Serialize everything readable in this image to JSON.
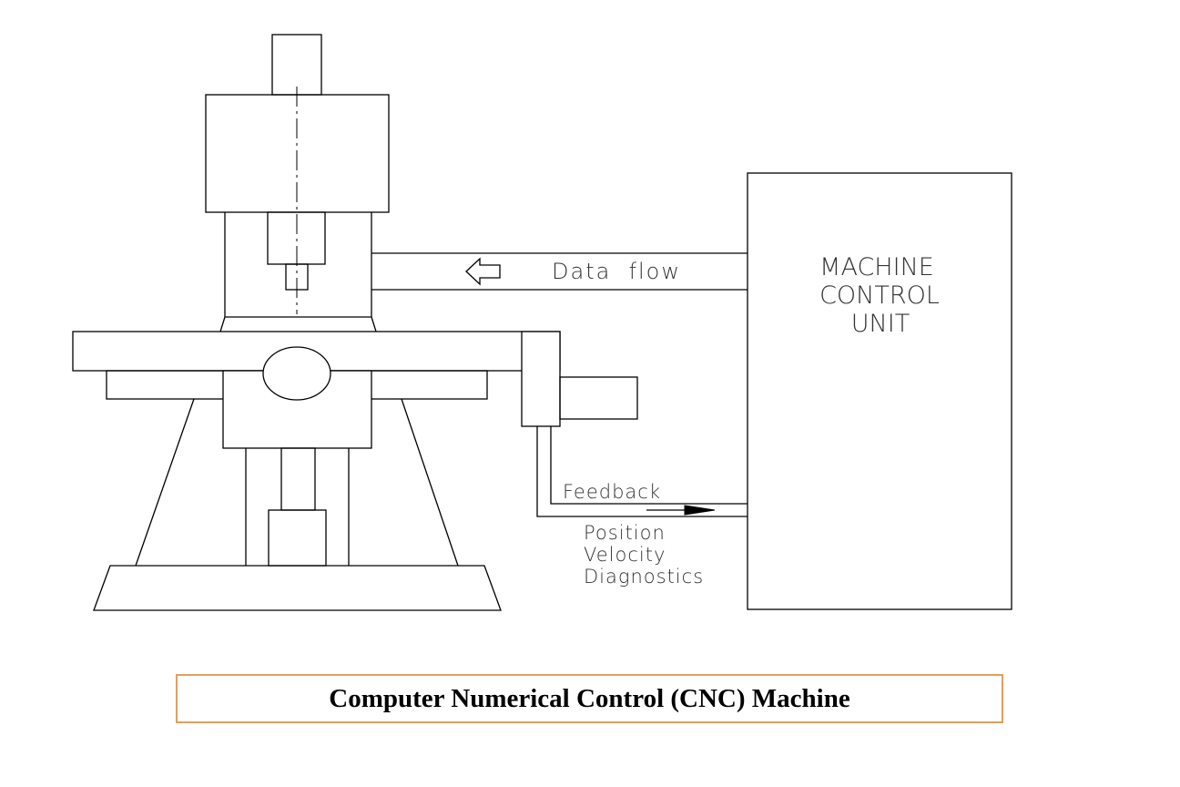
{
  "diagram": {
    "mcu_label_lines": [
      "MACHINE",
      "CONTROL",
      "UNIT"
    ],
    "data_flow_label": "Data  flow",
    "feedback_label": "Feedback",
    "feedback_items": [
      "Position",
      "Velocity",
      "Diagnostics"
    ]
  },
  "caption": {
    "title": "Computer Numerical Control (CNC) Machine",
    "border_color": "#e0a060"
  }
}
